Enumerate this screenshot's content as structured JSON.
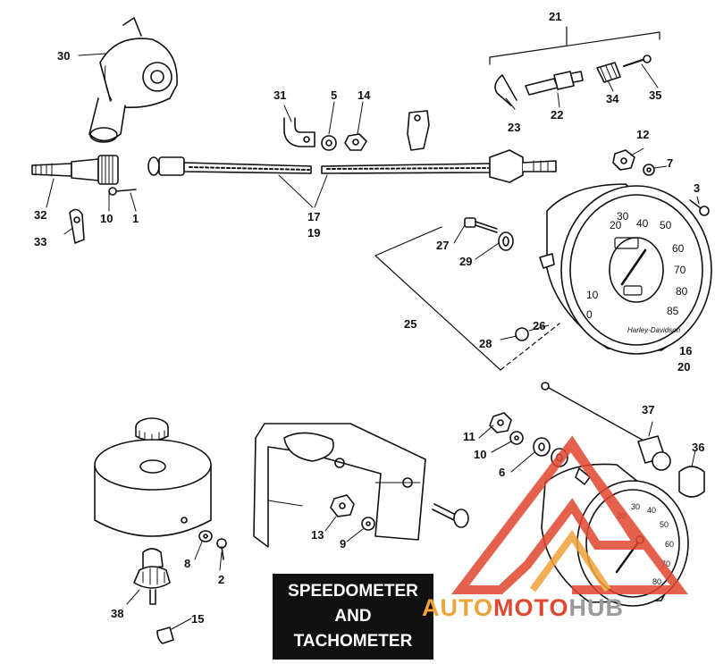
{
  "callouts": [
    "1",
    "2",
    "3",
    "6",
    "7",
    "8",
    "9",
    "10",
    "10",
    "11",
    "12",
    "13",
    "14",
    "15",
    "16",
    "17",
    "19",
    "20",
    "21",
    "22",
    "23",
    "25",
    "26",
    "27",
    "28",
    "29",
    "30",
    "31",
    "32",
    "33",
    "34",
    "35",
    "36",
    "37",
    "38",
    "5"
  ],
  "dial_speedo": [
    "20",
    "30",
    "40",
    "50",
    "60",
    "70",
    "80",
    "85",
    "10",
    "0"
  ],
  "dial_speedo_brand": "Harley-Davidson",
  "dial_tach": [
    "20",
    "30",
    "40",
    "50",
    "60",
    "70",
    "80"
  ],
  "title": {
    "line1": "SPEEDOMETER",
    "line2": "AND",
    "line3": "TACHOMETER"
  },
  "watermark": {
    "part1": "AUTO",
    "part2": "MOTO",
    "part3": "HUB"
  },
  "colors": {
    "ink": "#111111",
    "watermark_red": "#e0472f",
    "watermark_orange": "#f0a23a",
    "watermark_grey": "#9a9a9a"
  }
}
